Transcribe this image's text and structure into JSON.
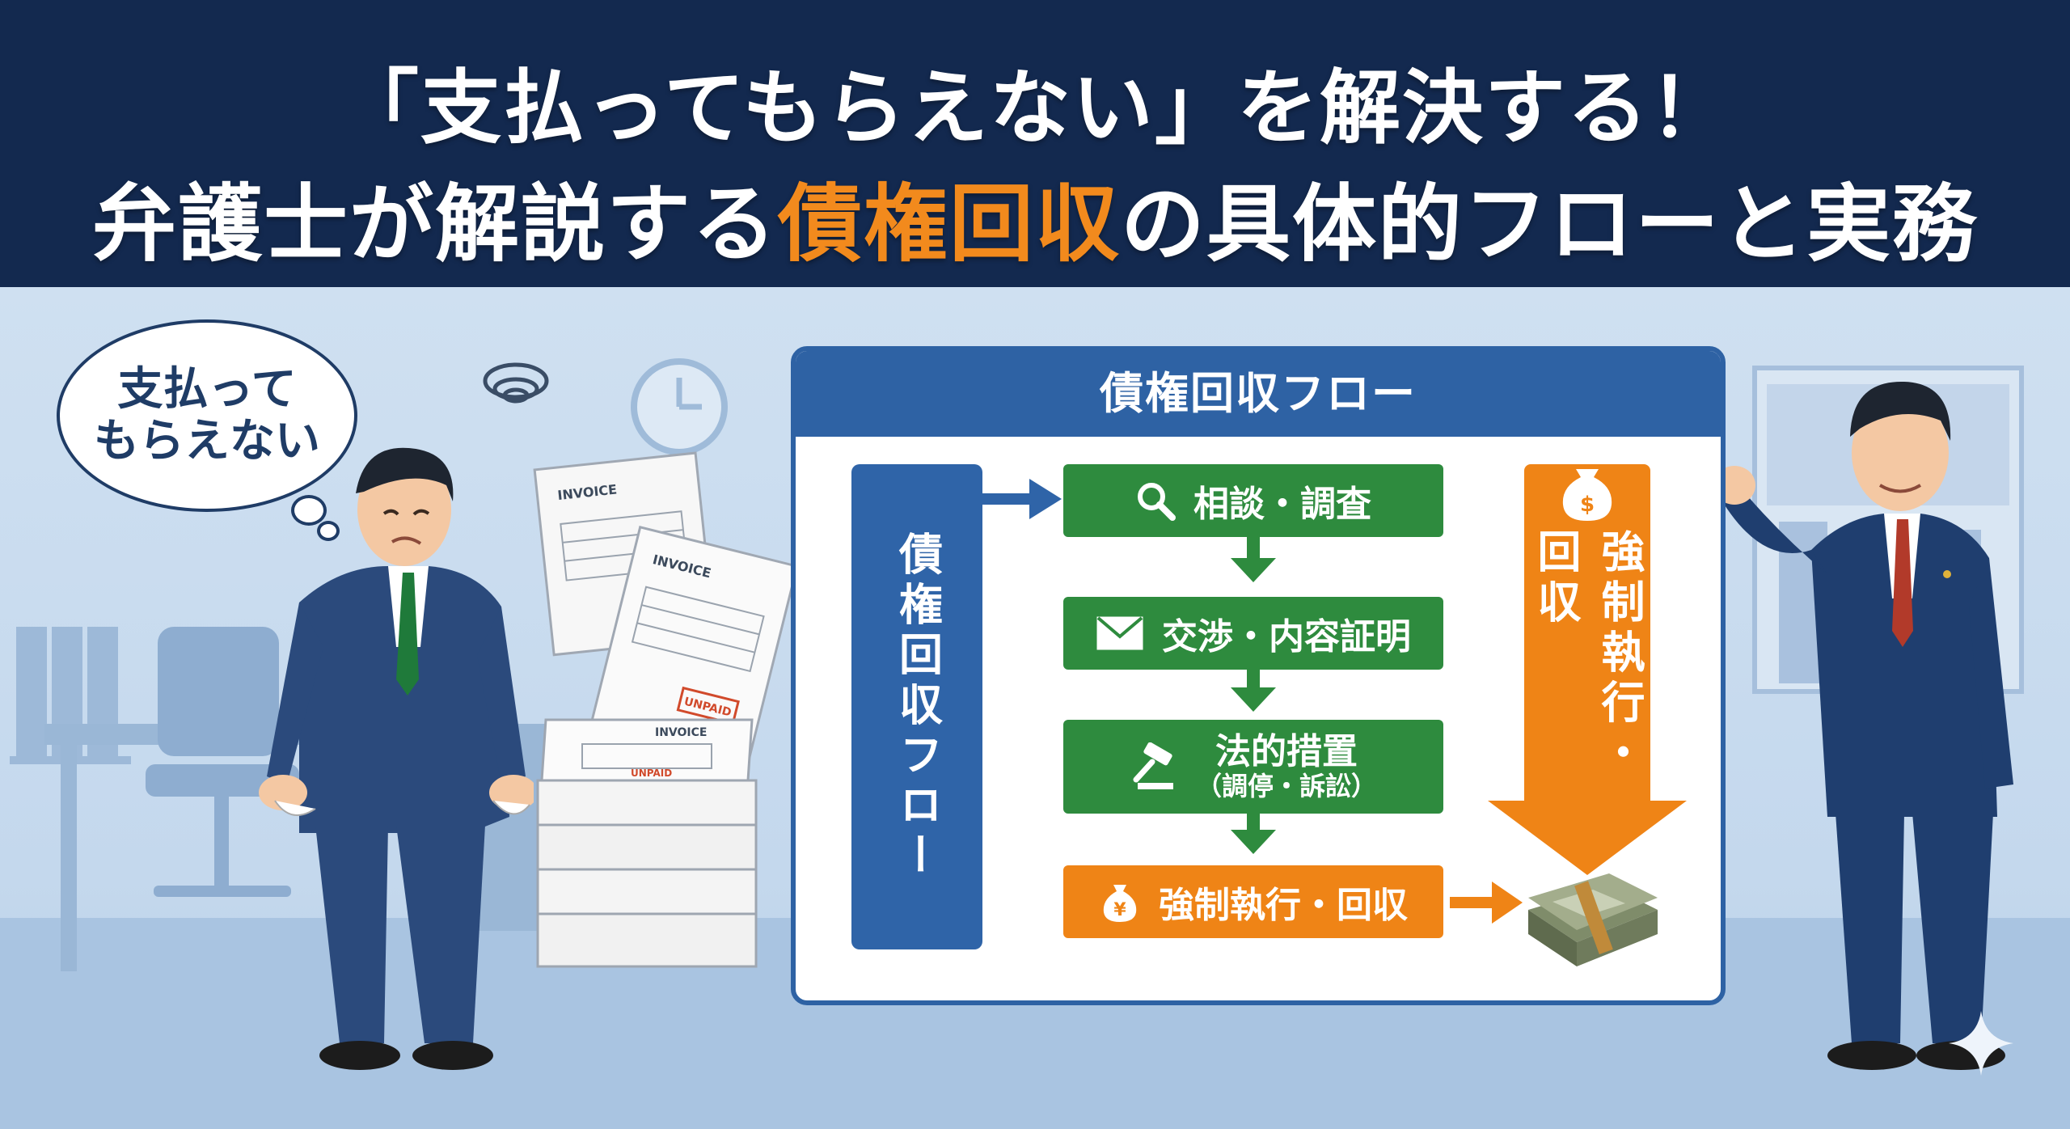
{
  "header": {
    "line1": "「支払ってもらえない」を解決する！",
    "line2_part1": "弁護士が解説する",
    "line2_highlight": "債権回収",
    "line2_part2": "の具体的フローと実務"
  },
  "speech_bubble": {
    "line1": "支払って",
    "line2": "もらえない"
  },
  "documents": {
    "invoice_label": "INVOICE",
    "stamp": "UNPAID"
  },
  "flow": {
    "title": "債権回収フロー",
    "side_label": "債権回収フロー",
    "steps": [
      {
        "label": "相談・調査",
        "icon": "magnifier-icon"
      },
      {
        "label": "交渉・内容証明",
        "icon": "envelope-icon"
      },
      {
        "label": "法的措置",
        "sublabel": "（調停・訴訟）",
        "icon": "gavel-icon"
      },
      {
        "label": "強制執行・回収",
        "icon": "money-bag-yen-icon"
      }
    ],
    "big_arrow_label": "強制執行・回収",
    "big_arrow_icon": "money-bag-dollar-icon"
  },
  "colors": {
    "navy": "#13294f",
    "accent_orange": "#f28a1d",
    "step_green": "#2e8b3e",
    "flow_blue": "#2e62a4"
  }
}
